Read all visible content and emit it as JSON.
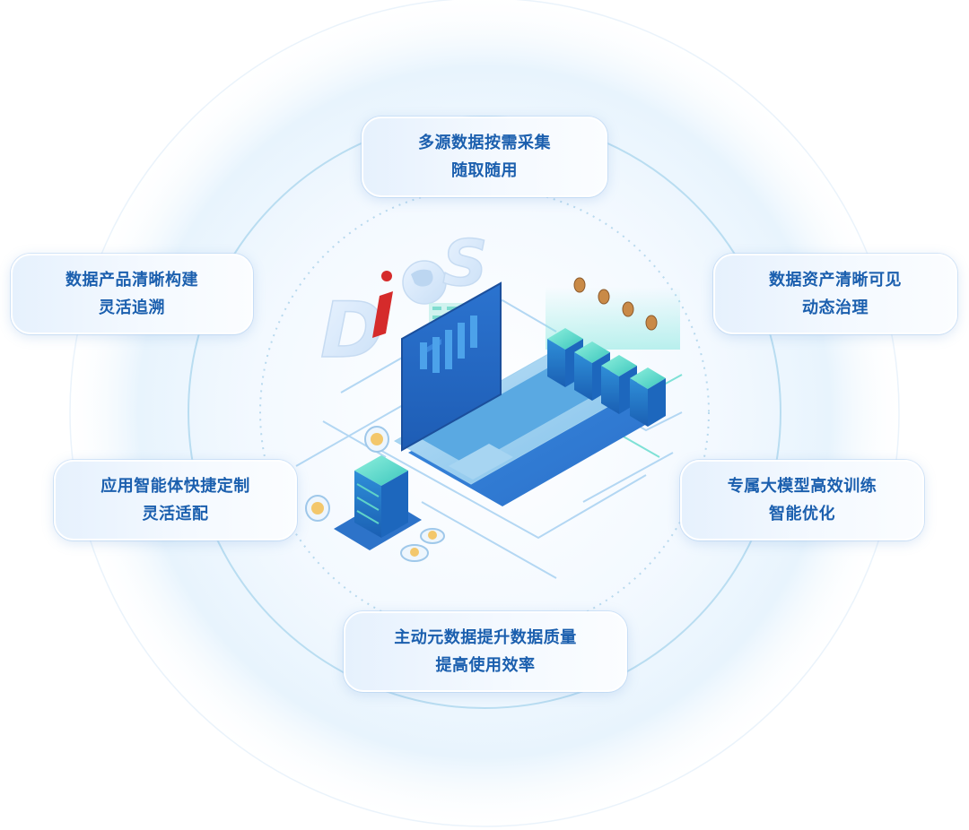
{
  "logo": {
    "text": "DiOS",
    "accent_color": "#d52b2b",
    "primary_color": "#3a7fd6"
  },
  "colors": {
    "card_text": "#1b5fae",
    "ring": "#b8dcf2",
    "server_teal": "#27b7b4",
    "laptop_blue": "#2e7bd6"
  },
  "cards": {
    "top": {
      "line1": "多源数据按需采集",
      "line2": "随取随用"
    },
    "ul": {
      "line1": "数据产品清晰构建",
      "line2": "灵活追溯"
    },
    "ur": {
      "line1": "数据资产清晰可见",
      "line2": "动态治理"
    },
    "ll": {
      "line1": "应用智能体快捷定制",
      "line2": "灵活适配"
    },
    "lr": {
      "line1": "专属大模型高效训练",
      "line2": "智能优化"
    },
    "bottom": {
      "line1": "主动元数据提升数据质量",
      "line2": "提高使用效率"
    }
  },
  "illustration": {
    "icons": [
      "laptop-icon",
      "server-rack-icon",
      "coin-icon",
      "data-stream-icon"
    ]
  }
}
